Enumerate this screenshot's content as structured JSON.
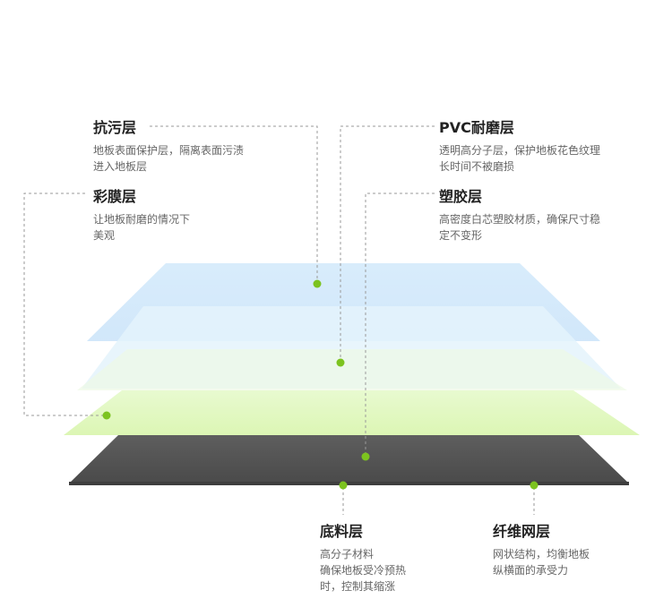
{
  "labels": {
    "anti_stain": {
      "title": "抗污层",
      "lines": [
        "地板表面保护层，隔离表面污渍",
        "进入地板层"
      ]
    },
    "color_film": {
      "title": "彩膜层",
      "lines": [
        "让地板耐磨的情况下",
        "美观"
      ]
    },
    "pvc_wear": {
      "title": "PVC耐磨层",
      "lines": [
        "透明高分子层，保护地板花色纹理",
        "长时间不被磨损"
      ]
    },
    "plastic_glue": {
      "title": "塑胶层",
      "lines": [
        "高密度白芯塑胶材质，确保尺寸稳",
        "定不变形"
      ]
    },
    "base": {
      "title": "底料层",
      "lines": [
        "高分子材料",
        "确保地板受冷预热",
        "时，控制其缩涨"
      ]
    },
    "fiber_mesh": {
      "title": "纤维网层",
      "lines": [
        "网状结构，均衡地板",
        "纵横面的承受力"
      ]
    }
  },
  "colors": {
    "layer_top": "#d8ecfb",
    "layer_second": "#e6f4fa",
    "layer_third": "#eef9e2",
    "layer_green": "#e3f9c2",
    "layer_base": "#555555",
    "dot": "#7cc31f",
    "leader_line": "#9a9a9a"
  }
}
